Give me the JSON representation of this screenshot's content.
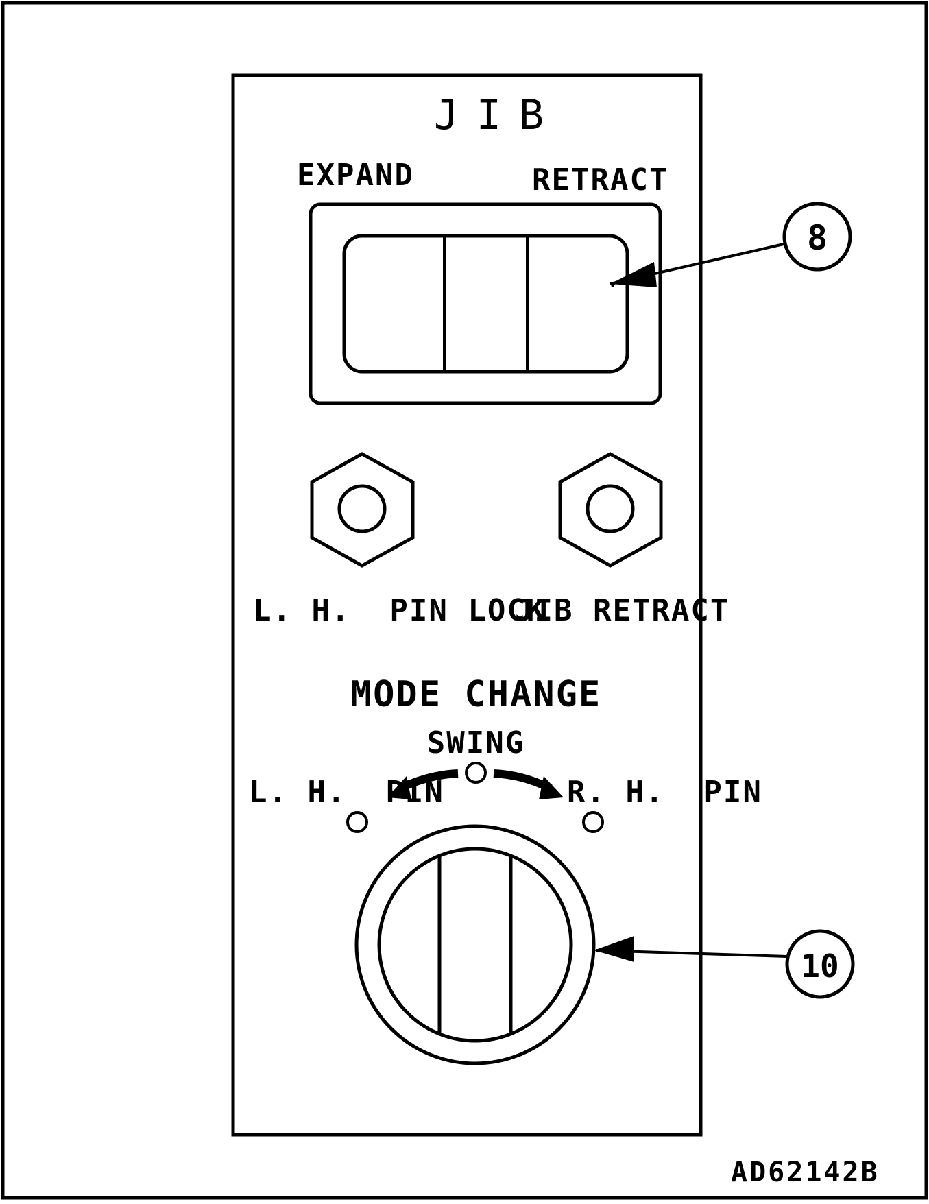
{
  "panel": {
    "title": "JIB",
    "rocker_labels": {
      "left": "EXPAND",
      "right": "RETRACT"
    },
    "buttons": {
      "left": "L. H.  PIN LOCK",
      "right": "JIB RETRACT"
    },
    "mode": {
      "title": "MODE CHANGE",
      "center": "SWING",
      "left": "L. H.  PIN",
      "right": "R. H.  PIN"
    }
  },
  "callouts": {
    "rocker": "8",
    "knob": "10"
  },
  "figure_code": "AD62142B",
  "colors": {
    "line": "#000000",
    "background": "#ffffff"
  }
}
